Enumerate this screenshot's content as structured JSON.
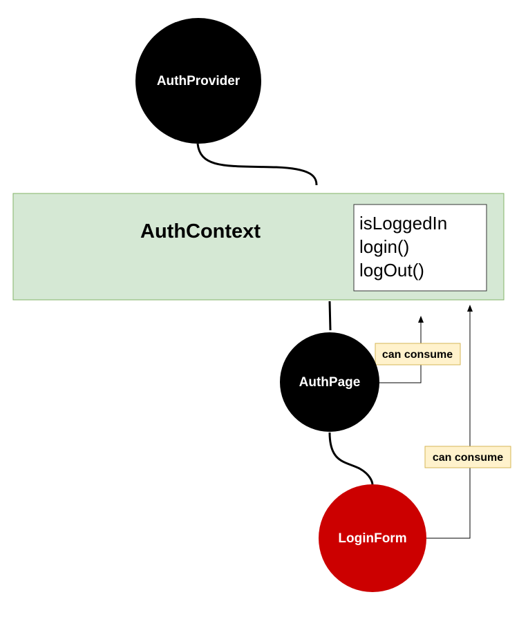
{
  "nodes": {
    "auth_provider": {
      "label": "AuthProvider",
      "color": "#000000"
    },
    "auth_page": {
      "label": "AuthPage",
      "color": "#000000"
    },
    "login_form": {
      "label": "LoginForm",
      "color": "#cc0000"
    }
  },
  "context": {
    "title": "AuthContext",
    "fill": "#d5e8d4",
    "border": "#82b366",
    "members": [
      "isLoggedIn",
      "login()",
      "logOut()"
    ]
  },
  "edges": {
    "auth_page_label": "can consume",
    "login_form_label": "can consume",
    "label_fill": "#fff2cc",
    "label_border": "#d6b656"
  }
}
